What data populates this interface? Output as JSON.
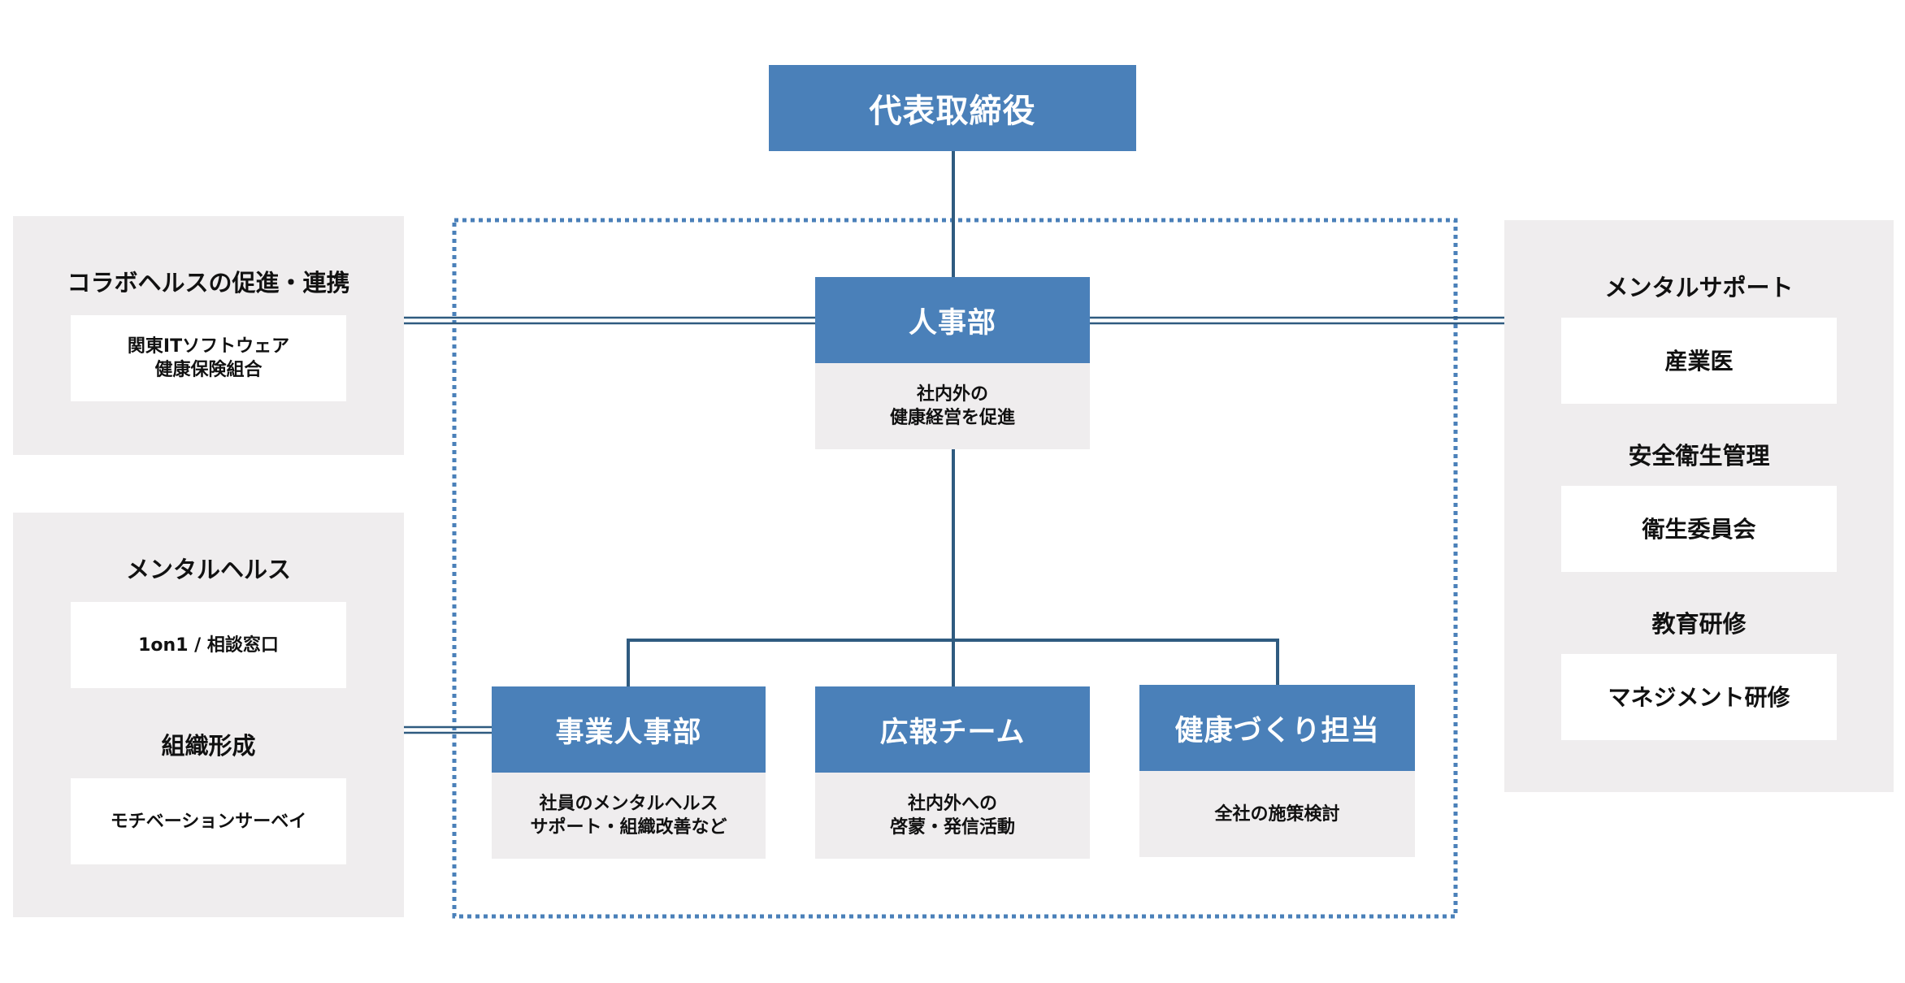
{
  "top": {
    "ceo": "代表取締役"
  },
  "center": {
    "hr": {
      "title": "人事部",
      "description": "社内外の\n健康経営を促進"
    },
    "teams": [
      {
        "title": "事業人事部",
        "description": "社員のメンタルヘルス\nサポート・組織改善など"
      },
      {
        "title": "広報チーム",
        "description": "社内外への\n啓蒙・発信活動"
      },
      {
        "title": "健康づくり担当",
        "description": "全社の施策検討"
      }
    ]
  },
  "left": {
    "collab": {
      "heading": "コラボヘルスの促進・連携",
      "item": "関東ITソフトウェア\n健康保険組合"
    },
    "mental": {
      "heading1": "メンタルヘルス",
      "item1": "1on1 / 相談窓口",
      "heading2": "組織形成",
      "item2": "モチベーションサーベイ"
    }
  },
  "right": {
    "sections": [
      {
        "heading": "メンタルサポート",
        "item": "産業医"
      },
      {
        "heading": "安全衛生管理",
        "item": "衛生委員会"
      },
      {
        "heading": "教育研修",
        "item": "マネジメント研修"
      }
    ]
  },
  "colors": {
    "box_blue": "#4a80b9",
    "connector": "#2f5b80",
    "dotted_border": "#4a80b9",
    "panel_gray": "#efedee"
  }
}
